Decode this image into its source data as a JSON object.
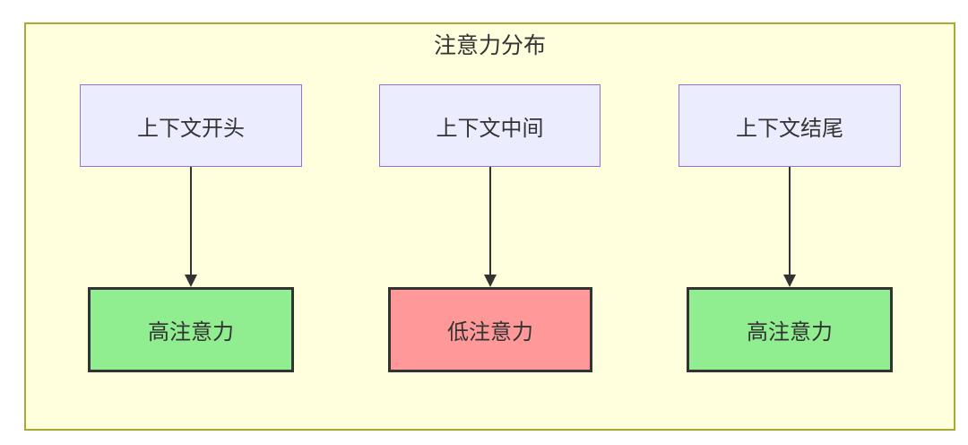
{
  "diagram": {
    "title": "注意力分布",
    "top_nodes": [
      {
        "id": "context-begin",
        "label": "上下文开头"
      },
      {
        "id": "context-middle",
        "label": "上下文中间"
      },
      {
        "id": "context-end",
        "label": "上下文结尾"
      }
    ],
    "bottom_nodes": [
      {
        "id": "high-attention-left",
        "label": "高注意力",
        "status": "high"
      },
      {
        "id": "low-attention-middle",
        "label": "低注意力",
        "status": "low"
      },
      {
        "id": "high-attention-right",
        "label": "高注意力",
        "status": "high"
      }
    ],
    "edges": [
      {
        "from": "context-begin",
        "to": "high-attention-left"
      },
      {
        "from": "context-middle",
        "to": "low-attention-middle"
      },
      {
        "from": "context-end",
        "to": "high-attention-right"
      }
    ],
    "colors": {
      "cluster_fill": "#ffffde",
      "cluster_border": "#aaaa33",
      "node_fill": "#ececff",
      "node_border": "#9370db",
      "high_fill": "#90ee90",
      "low_fill": "#ff9999",
      "emph_border": "#333333",
      "text_color": "#333333",
      "edge_color": "#333333"
    }
  }
}
